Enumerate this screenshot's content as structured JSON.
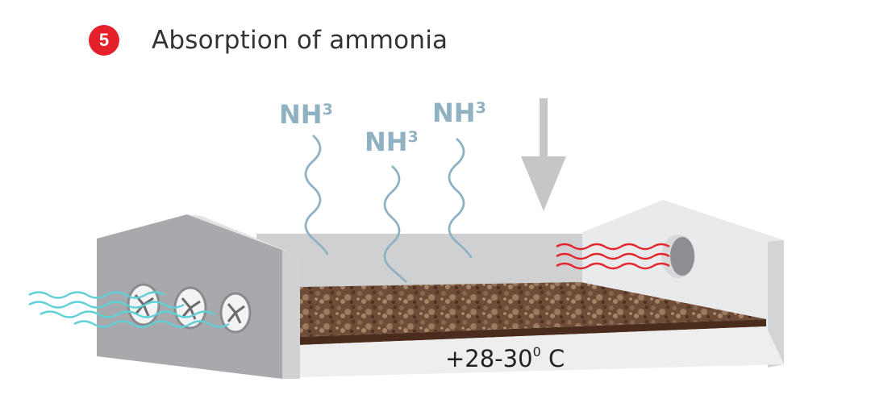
{
  "header": {
    "step_number": "5",
    "title": "Absorption of ammonia"
  },
  "gas_labels": [
    {
      "formula": "NH",
      "subscript": "3"
    },
    {
      "formula": "NH",
      "subscript": "3"
    },
    {
      "formula": "NH",
      "subscript": "3"
    }
  ],
  "temperature": {
    "prefix": "+28-30",
    "degree": "0",
    "unit": " C"
  },
  "colors": {
    "badge": "#e4202a",
    "ammonia": "#8fb1c2",
    "cool_air": "#5fd0d8",
    "warm_air": "#e3262b",
    "wall": "#c9cacc",
    "litter": "#6b4a36",
    "arrow": "#c6c6c8"
  },
  "icons": [
    "fan-icon",
    "heater-icon",
    "down-arrow-icon"
  ]
}
